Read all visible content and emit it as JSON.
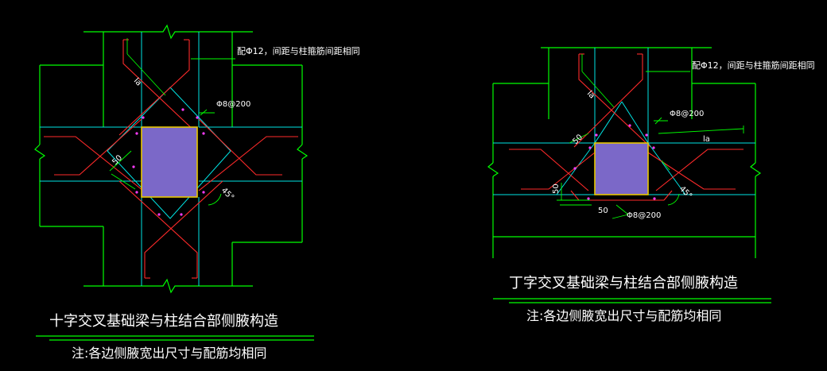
{
  "colors": {
    "background": "#000000",
    "outline": "#00ff00",
    "rebar_red": "#ff2a2a",
    "stirrup_cyan": "#00e5e5",
    "column_fill": "#7b68c8",
    "column_border": "#e8c800",
    "text": "#ffffff",
    "dim_green": "#00ff00",
    "point_magenta": "#ff3cff"
  },
  "left_diagram": {
    "callout_rebar": "配Φ12，间距与柱箍筋间距相同",
    "callout_stirrup": "Φ8@200",
    "dim_50": "50",
    "dim_angle": "45°",
    "dim_la": "la",
    "title": "十字交叉基础梁与柱结合部侧腋构造",
    "note": "注:各边侧腋宽出尺寸与配筋均相同"
  },
  "right_diagram": {
    "callout_rebar": "配Φ12，间距与柱箍筋间距相同",
    "callout_stirrup_top": "Φ8@200",
    "callout_stirrup_bottom": "Φ8@200",
    "dim_50_a": "50",
    "dim_50_b": "50",
    "dim_50_c": "50",
    "dim_angle": "45°",
    "dim_la_left": "la",
    "dim_la_right": "la",
    "title": "丁字交叉基础梁与柱结合部侧腋构造",
    "note": "注:各边侧腋宽出尺寸与配筋均相同"
  }
}
